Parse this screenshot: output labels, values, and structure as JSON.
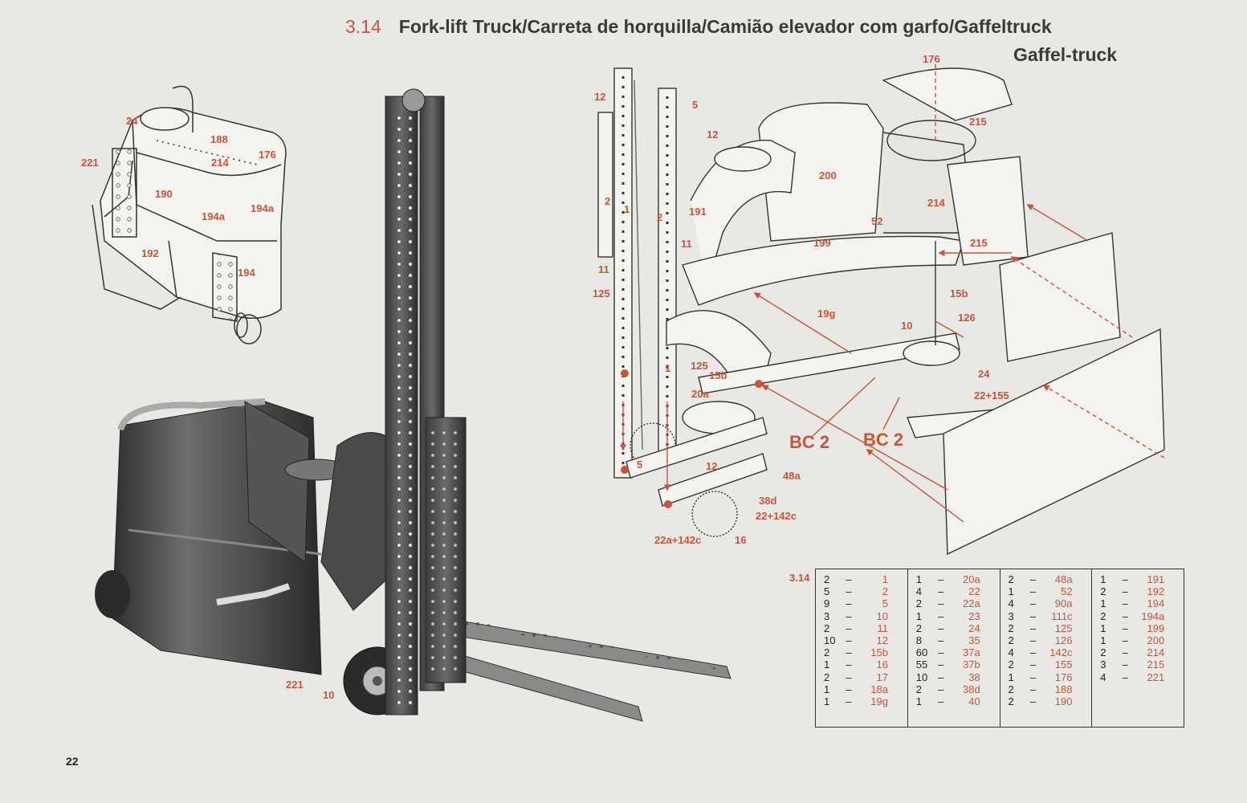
{
  "header": {
    "model_number": "3.14",
    "title": "Fork-lift Truck/Carreta de horquilla/Camião elevador  com garfo/Gaffeltruck",
    "title_line2": "Gaffel-truck"
  },
  "page_number": "22",
  "small_diagram_labels": [
    "24",
    "188",
    "176",
    "221",
    "214",
    "190",
    "194a",
    "194a",
    "192",
    "194"
  ],
  "photo_labels": [
    "221",
    "10"
  ],
  "exploded_labels": [
    "176",
    "12",
    "5",
    "12",
    "215",
    "200",
    "214",
    "2",
    "1",
    "2",
    "191",
    "52",
    "11",
    "11",
    "199",
    "215",
    "125",
    "19g",
    "15b",
    "10",
    "126",
    "1",
    "125",
    "15b",
    "24",
    "20a",
    "22+155",
    "BC 2",
    "BC 2",
    "5",
    "12",
    "48a",
    "38d",
    "22+142c",
    "22a+142c",
    "16"
  ],
  "parts_list": {
    "code": "3.14",
    "columns": [
      [
        [
          "2",
          "1"
        ],
        [
          "5",
          "2"
        ],
        [
          "9",
          "5"
        ],
        [
          "3",
          "10"
        ],
        [
          "2",
          "11"
        ],
        [
          "10",
          "12"
        ],
        [
          "2",
          "15b"
        ],
        [
          "1",
          "16"
        ],
        [
          "2",
          "17"
        ],
        [
          "1",
          "18a"
        ],
        [
          "1",
          "19g"
        ]
      ],
      [
        [
          "1",
          "20a"
        ],
        [
          "4",
          "22"
        ],
        [
          "2",
          "22a"
        ],
        [
          "1",
          "23"
        ],
        [
          "2",
          "24"
        ],
        [
          "8",
          "35"
        ],
        [
          "60",
          "37a"
        ],
        [
          "55",
          "37b"
        ],
        [
          "10",
          "38"
        ],
        [
          "2",
          "38d"
        ],
        [
          "1",
          "40"
        ]
      ],
      [
        [
          "2",
          "48a"
        ],
        [
          "1",
          "52"
        ],
        [
          "4",
          "90a"
        ],
        [
          "3",
          "111c"
        ],
        [
          "2",
          "125"
        ],
        [
          "2",
          "126"
        ],
        [
          "4",
          "142c"
        ],
        [
          "2",
          "155"
        ],
        [
          "1",
          "176"
        ],
        [
          "2",
          "188"
        ],
        [
          "2",
          "190"
        ]
      ],
      [
        [
          "1",
          "191"
        ],
        [
          "2",
          "192"
        ],
        [
          "1",
          "194"
        ],
        [
          "2",
          "194a"
        ],
        [
          "1",
          "199"
        ],
        [
          "1",
          "200"
        ],
        [
          "2",
          "214"
        ],
        [
          "3",
          "215"
        ],
        [
          "4",
          "221"
        ]
      ]
    ]
  }
}
